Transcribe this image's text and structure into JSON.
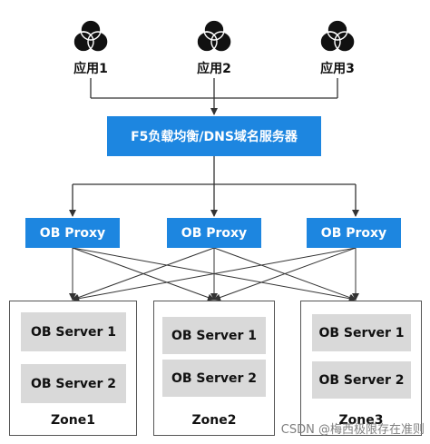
{
  "apps": [
    {
      "label": "应用1",
      "icon": "app-circles-icon"
    },
    {
      "label": "应用2",
      "icon": "app-circles-icon"
    },
    {
      "label": "应用3",
      "icon": "app-circles-icon"
    }
  ],
  "load_balancer": {
    "label": "F5负载均衡/DNS域名服务器"
  },
  "proxies": [
    {
      "label": "OB Proxy"
    },
    {
      "label": "OB Proxy"
    },
    {
      "label": "OB Proxy"
    }
  ],
  "zones": [
    {
      "label": "Zone1",
      "servers": [
        "OB Server 1",
        "OB Server 2"
      ]
    },
    {
      "label": "Zone2",
      "servers": [
        "OB Server 1",
        "OB Server 2"
      ]
    },
    {
      "label": "Zone3",
      "servers": [
        "OB Server 1",
        "OB Server 2"
      ]
    }
  ],
  "watermark": "CSDN @梅西极限存在准则",
  "colors": {
    "box_blue": "#1d86e0",
    "server_gray": "#d9d9d9",
    "line": "#333333",
    "icon": "#111111"
  }
}
